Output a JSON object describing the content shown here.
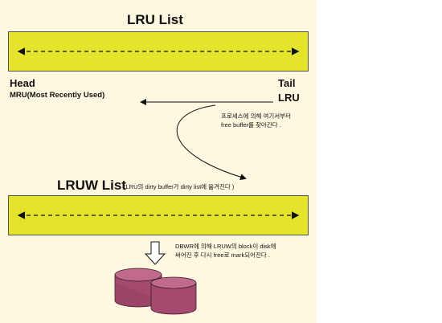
{
  "lru": {
    "title": "LRU List",
    "head_label": "Head",
    "mru_label": "MRU(Most Recently Used)",
    "tail_label": "Tail",
    "lru_label": "LRU",
    "process_note_1": "프로세스에 의해 여기서부터",
    "process_note_2": "free buffer를 찾아간다 ."
  },
  "lruw": {
    "title": "LRUW List",
    "subtitle": "(LRU의 dirty buffer가 dirty list에 옮겨진다 )",
    "dbwr_note_1": "DBWR에 의해 LRUW의 block이 disk에",
    "dbwr_note_2": "써어진 후 다시 free로 mark되어진다 ."
  },
  "colors": {
    "background": "#fff8e1",
    "bar_fill": "#e4e42a",
    "disk_fill": "#a44a6e"
  },
  "icons": [
    "double-arrow-icon",
    "arrow-left-icon",
    "curved-arrow-icon",
    "down-block-arrow-icon",
    "disk-icon"
  ]
}
